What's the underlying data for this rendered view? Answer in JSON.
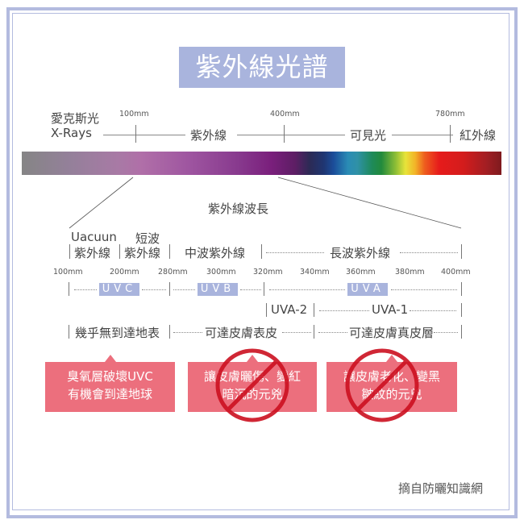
{
  "title": "紫外線光譜",
  "spectrum": {
    "left_label_cn": "愛克斯光",
    "left_label_en": "X-Rays",
    "ticks": [
      "100mm",
      "400mm",
      "780mm"
    ],
    "regions": [
      "紫外線",
      "可見光",
      "紅外線"
    ]
  },
  "uv_wavelength_title": "紫外線波長",
  "bands": {
    "vacuum_en": "Uacuun",
    "vacuum_cn": "紫外線",
    "short_top": "短波",
    "short_cn": "紫外線",
    "mid": "中波紫外線",
    "long": "長波紫外線"
  },
  "scale_ticks": [
    "100mm",
    "200mm",
    "280mm",
    "300mm",
    "320mm",
    "340mm",
    "360mm",
    "380mm",
    "400mm"
  ],
  "uv_types": [
    "UVC",
    "UVB",
    "UVA"
  ],
  "uva_sub": [
    "UVA-2",
    "UVA-1"
  ],
  "reach": [
    "幾乎無到達地表",
    "可達皮膚表皮",
    "可達皮膚真皮層"
  ],
  "effects": [
    {
      "line1": "臭氧層破壞UVC",
      "line2": "有機會到達地球",
      "banned": false
    },
    {
      "line1": "讓皮膚曬傷、變紅",
      "line2": "暗沉的元兇",
      "banned": true
    },
    {
      "line1": "讓皮膚老化、變黑",
      "line2": "皺紋的元兇",
      "banned": true
    }
  ],
  "source": "摘自防曬知識網",
  "colors": {
    "accent": "#a9b4dd",
    "effect_box": "#ec6f7d",
    "ban": "#cc1020"
  }
}
